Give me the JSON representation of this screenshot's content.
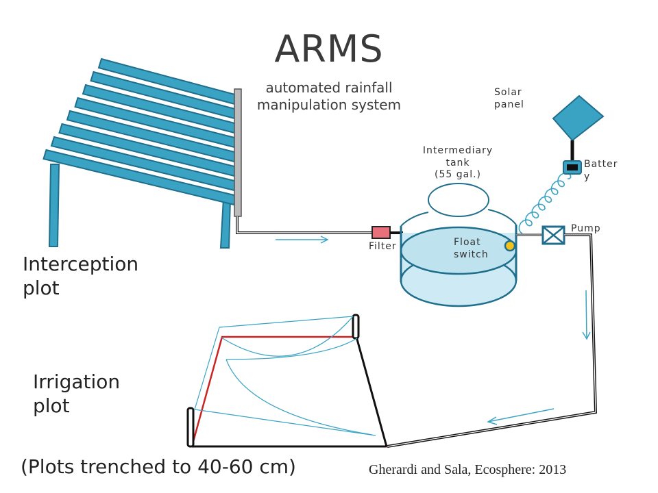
{
  "title": "ARMS",
  "subtitle": "automated rainfall\nmanipulation system",
  "labels": {
    "solar_panel": "Solar\npanel",
    "intermediary_tank": "Intermediary\ntank\n(55 gal.)",
    "battery": "Batter\ny",
    "pump": "Pump",
    "float_switch": "Float\nswitch",
    "filter": "Filter",
    "interception_plot": "Interception\nplot",
    "irrigation_plot": "Irrigation\nplot"
  },
  "note": "(Plots trenched to 40-60 cm)",
  "citation": "Gherardi and Sala, Ecosphere: 2013",
  "colors": {
    "shelter_blue": "#3aa3c4",
    "shelter_dark": "#1f6e8c",
    "water": "#cdeaf5",
    "filter": "#e8707a",
    "float": "#f2c21b",
    "plot_border": "#cc2222",
    "pipe": "#111111"
  }
}
